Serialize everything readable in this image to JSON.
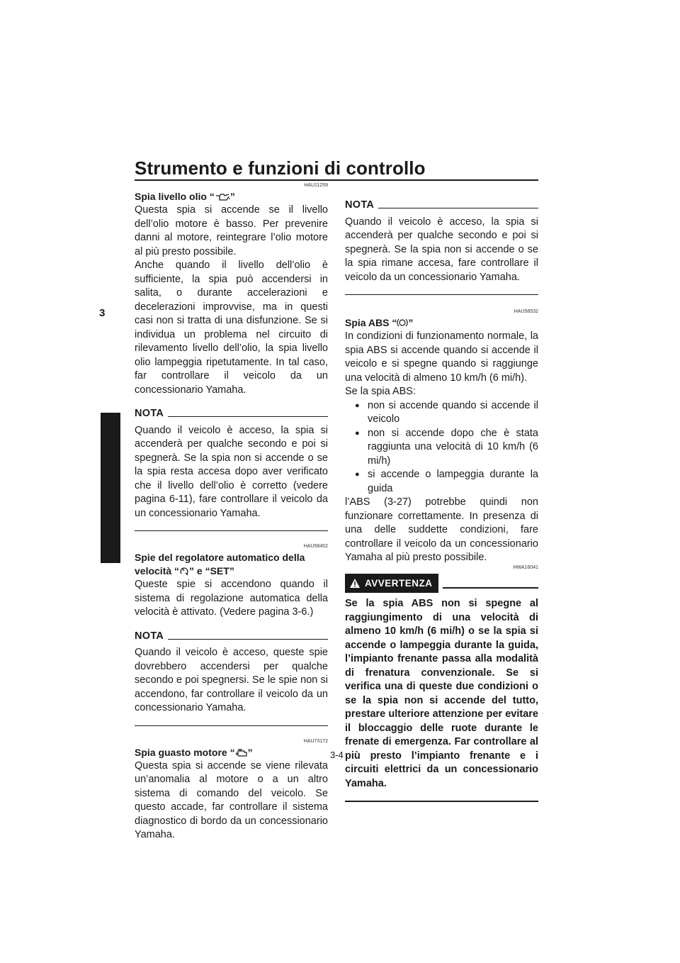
{
  "header": {
    "title": "Strumento e funzioni di controllo",
    "chapter": "3"
  },
  "left": {
    "s1": {
      "code": "HAU11259",
      "heading_pre": "Spia livello olio “",
      "heading_post": "”",
      "icon": "oil-can-icon",
      "text": "Questa spia si accende se il livello dell’olio motore è basso. Per prevenire danni al motore, reintegrare l’olio motore al più presto possibile.",
      "text2": "Anche quando il livello dell’olio è sufficiente, la spia può accendersi in salita, o durante accelerazioni e decelerazioni improvvise, ma in questi casi non si tratta di una disfunzione. Se si individua un problema nel circuito di rilevamento livello dell’olio, la spia livello olio lampeggia ripetutamente. In tal caso, far controllare il veicolo da un concessionario Yamaha."
    },
    "nota1": {
      "label": "NOTA",
      "text": "Quando il veicolo è acceso, la spia si accenderà per qualche secondo e poi si spegnerà. Se la spia non si accende o se la spia resta accesa dopo aver verificato che il livello dell’olio è corretto (vedere pagina 6-11), fare controllare il veicolo da un concessionario Yamaha."
    },
    "s2": {
      "code": "HAU58402",
      "heading_line1": "Spie del regolatore automatico della",
      "heading_pre": "velocità “",
      "heading_post": "” e “SET”",
      "icon": "cruise-control-icon",
      "text": "Queste spie si accendono quando il sistema di regolazione automatica della velocità è attivato. (Vedere pagina 3-6.)"
    },
    "nota2": {
      "label": "NOTA",
      "text": "Quando il veicolo è acceso, queste spie dovrebbero accendersi per qualche secondo e poi spegnersi. Se le spie non si accendono, far controllare il veicolo da un concessionario Yamaha."
    },
    "s3": {
      "code": "HAU73172",
      "heading_pre": "Spia guasto motore “",
      "heading_post": "”",
      "icon": "engine-icon",
      "text": "Questa spia si accende se viene rilevata un’anomalia al motore o a un altro sistema di comando del veicolo. Se questo accade, far controllare il sistema diagnostico di bordo da un concessionario Yamaha."
    }
  },
  "right": {
    "nota3": {
      "label": "NOTA",
      "text": "Quando il veicolo è acceso, la spia si accenderà per qualche secondo e poi si spegnerà. Se la spia non si accende o se la spia rimane accesa, fare controllare il veicolo da un concessionario Yamaha."
    },
    "s4": {
      "code": "HAU58532",
      "heading_pre": "Spia ABS “",
      "heading_post": "”",
      "icon": "abs-icon",
      "text": "In condizioni di funzionamento normale, la spia ABS si accende quando si accende il veicolo e si spegne quando si raggiunge una velocità di almeno 10 km/h (6 mi/h).",
      "intro": "Se la spia ABS:",
      "bullets": [
        "non si accende quando si accende il veicolo",
        "non si accende dopo che è stata raggiunta una velocità di 10 km/h (6 mi/h)",
        "si accende o lampeggia durante la guida"
      ],
      "text2": "l’ABS (3-27) potrebbe quindi non funzionare correttamente. In presenza di una delle suddette condizioni, fare controllare il veicolo da un concessionario Yamaha al più presto possibile."
    },
    "warning": {
      "code": "HWA16041",
      "label": "AVVERTENZA",
      "text": "Se la spia ABS non si spegne al raggiungimento di una velocità di almeno 10 km/h (6 mi/h) o se la spia si accende o lampeggia durante la guida, l’impianto frenante passa alla modalità di frenatura convenzionale. Se si verifica una di queste due condizioni o se la spia non si accende del tutto, prestare ulteriore attenzione per evitare il bloccaggio delle ruote durante le frenate di emergenza. Far controllare al più presto l’impianto frenante e i circuiti elettrici da un concessionario Yamaha."
    }
  },
  "footer": {
    "page": "3-4"
  }
}
